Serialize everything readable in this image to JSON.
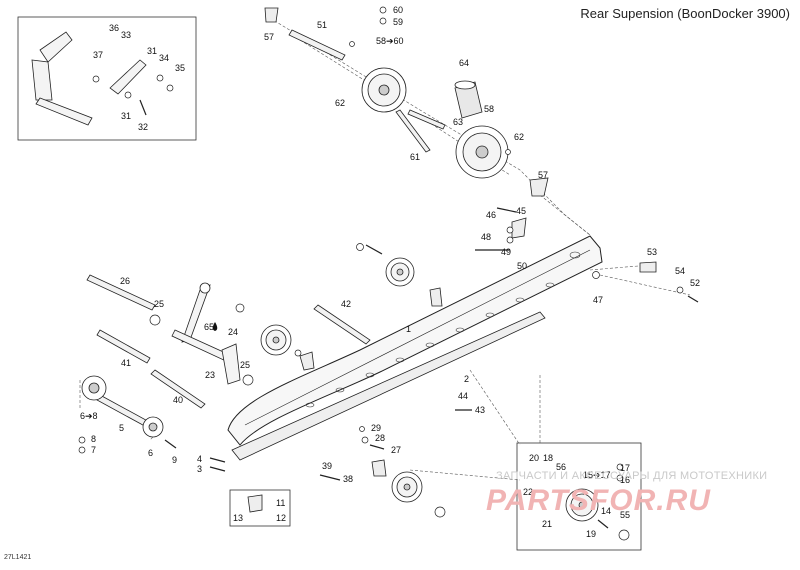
{
  "title": "Rear Supension (BoonDocker 3900)",
  "doc_id": "27L1421",
  "watermark": {
    "top_text": "ЗАПЧАСТИ И АКСЕССУАРЫ ДЛЯ МОТОТЕХНИКИ",
    "logo_text": "PARTSFOR.RU"
  },
  "callouts": {
    "c1": "1",
    "c2": "2",
    "c3": "3",
    "c4": "4",
    "c5": "5",
    "c6": "6",
    "c6to8": "6➔8",
    "c7": "7",
    "c8": "8",
    "c9": "9",
    "c11": "11",
    "c12": "12",
    "c13": "13",
    "c14": "14",
    "c15to17": "15➔17",
    "c16": "16",
    "c17": "17",
    "c18": "18",
    "c19": "19",
    "c20": "20",
    "c21": "21",
    "c22": "22",
    "c23": "23",
    "c24": "24",
    "c25a": "25",
    "c25b": "25",
    "c26": "26",
    "c27": "27",
    "c28": "28",
    "c29": "29",
    "c31a": "31",
    "c31b": "31",
    "c32": "32",
    "c33": "33",
    "c34": "34",
    "c35": "35",
    "c36": "36",
    "c37": "37",
    "c38": "38",
    "c39": "39",
    "c40": "40",
    "c41": "41",
    "c42": "42",
    "c43": "43",
    "c44": "44",
    "c45": "45",
    "c46": "46",
    "c47": "47",
    "c48": "48",
    "c49": "49",
    "c50": "50",
    "c51": "51",
    "c52": "52",
    "c53": "53",
    "c54": "54",
    "c55": "55",
    "c56": "56",
    "c57a": "57",
    "c57b": "57",
    "c58": "58",
    "c58to60": "58➔60",
    "c59": "59",
    "c60": "60",
    "c61": "61",
    "c62a": "62",
    "c62b": "62",
    "c63": "63",
    "c64": "64",
    "c65": "65"
  }
}
